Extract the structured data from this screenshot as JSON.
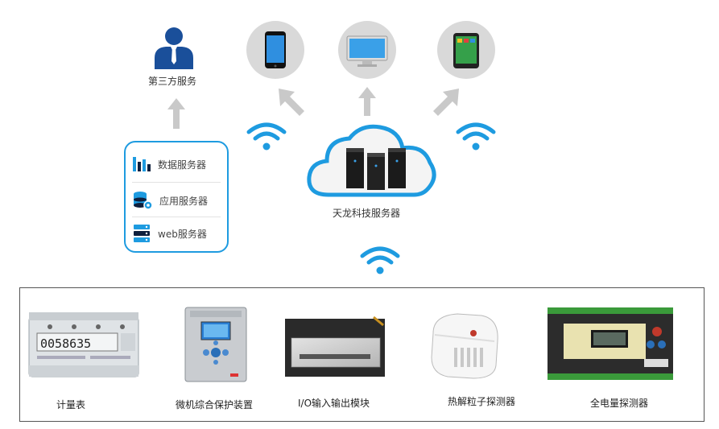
{
  "third_party": {
    "label": "第三方服务"
  },
  "cloud": {
    "label": "天龙科技服务器"
  },
  "servers": [
    {
      "label": "数据服务器",
      "icon": "bar-chart-icon"
    },
    {
      "label": "应用服务器",
      "icon": "database-gear-icon"
    },
    {
      "label": "web服务器",
      "icon": "server-stack-icon"
    }
  ],
  "clients": [
    {
      "icon": "smartphone-icon"
    },
    {
      "icon": "desktop-monitor-icon"
    },
    {
      "icon": "tablet-icon"
    }
  ],
  "devices": [
    {
      "label": "计量表"
    },
    {
      "label": "微机综合保护装置"
    },
    {
      "label": "I/O输入输出模块"
    },
    {
      "label": "热解粒子探测器"
    },
    {
      "label": "全电量探测器"
    }
  ],
  "colors": {
    "accent": "#1e9be0",
    "dark_icon": "#0f1f3d",
    "arrow": "#c9c9c9"
  }
}
